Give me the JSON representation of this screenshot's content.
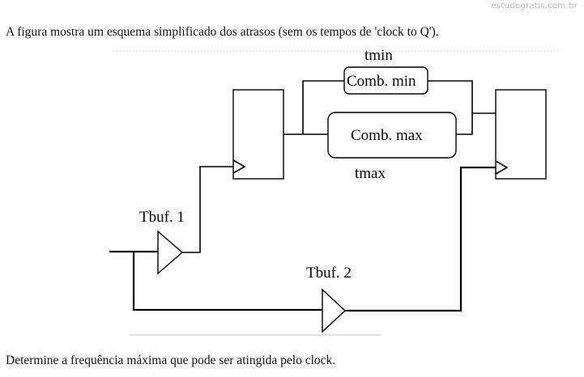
{
  "watermark": "estudegratis.com.br",
  "intro_text": "A figura mostra um esquema simplificado dos atrasos (sem os tempos de 'clock to Q').",
  "question_text": "Determine a frequência máxima que pode ser atingida pelo clock.",
  "diagram": {
    "label_tmin": "tmin",
    "label_comb_min": "Comb. min",
    "label_comb_max": "Comb. max",
    "label_tmax": "tmax",
    "label_tbuf1": "Tbuf. 1",
    "label_tbuf2": "Tbuf. 2"
  }
}
